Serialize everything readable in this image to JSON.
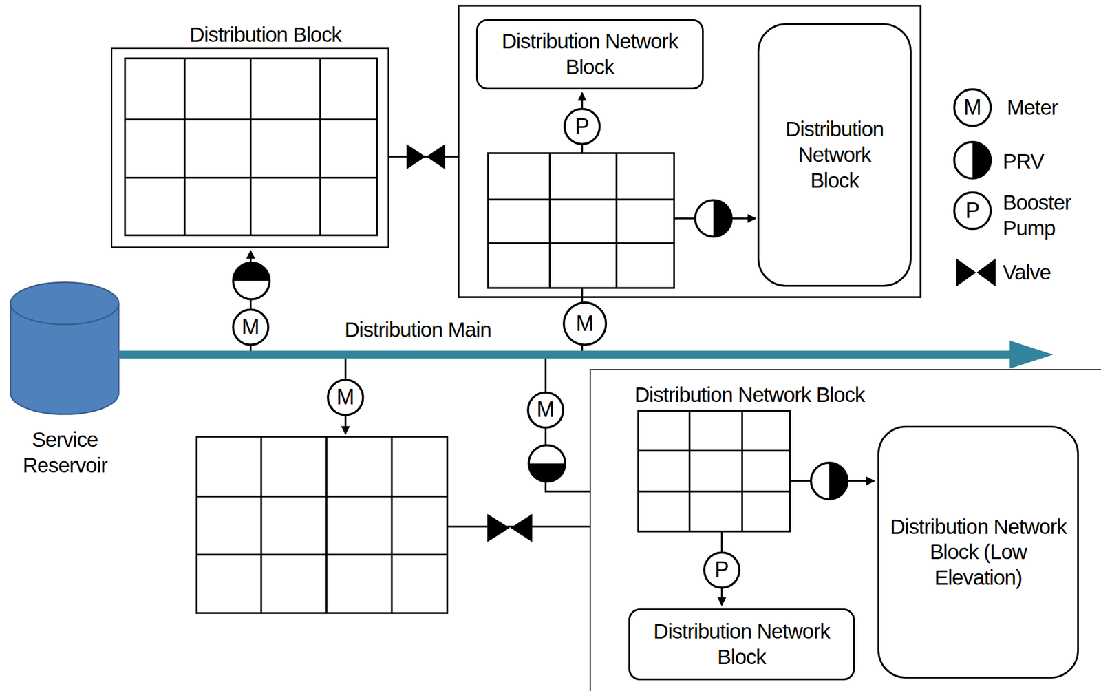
{
  "diagram": {
    "nodes": [
      {
        "text": [
          "Distribution Block"
        ]
      },
      {
        "text": [
          "Distribution Network Block"
        ]
      },
      {
        "text": [
          "Distribution Network Block"
        ]
      },
      {
        "text": [
          "Service Reservoir"
        ]
      },
      {
        "text": [
          "Distribution Network Block"
        ]
      },
      {
        "text": [
          "Distribution Network Block (Low Elevation)"
        ],
        "in": 4
      },
      {
        "text": [
          "Distribution Network Block"
        ],
        "in": 4
      }
    ],
    "labels": [
      "Distribution Main",
      "M",
      "M",
      "M",
      "M",
      "P",
      "P",
      "M",
      "P"
    ],
    "legend": [
      {
        "text": "Meter"
      },
      {
        "text": "PRV"
      },
      {
        "text": "Booster Pump"
      },
      {
        "text": "Valve"
      }
    ]
  }
}
